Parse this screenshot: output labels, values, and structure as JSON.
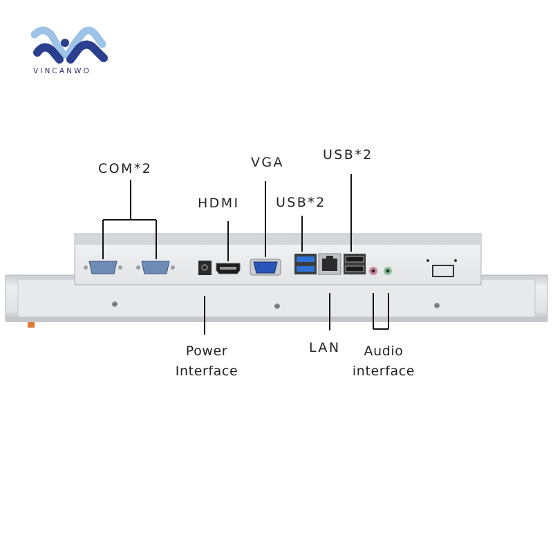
{
  "brand": {
    "name": "VINCANWO",
    "colors": {
      "light": "#9ec3e6",
      "dark": "#2b3f8f",
      "text": "#2c2f6e"
    }
  },
  "labels": {
    "com": "COM*2",
    "vga": "VGA",
    "usb_top": "USB*2",
    "hdmi": "HDMI",
    "usb_mid": "USB*2",
    "power_line1": "Power",
    "power_line2": "Interface",
    "lan": "LAN",
    "audio_line1": "Audio",
    "audio_line2": "interface"
  },
  "colors": {
    "text": "#222222",
    "leader": "#111111",
    "chassis": "#e4e6e8",
    "usb3": "#2f72d6",
    "vga_port": "#2a55b8",
    "audio_pink": "#c98a9c",
    "audio_green": "#8fbf9a"
  }
}
